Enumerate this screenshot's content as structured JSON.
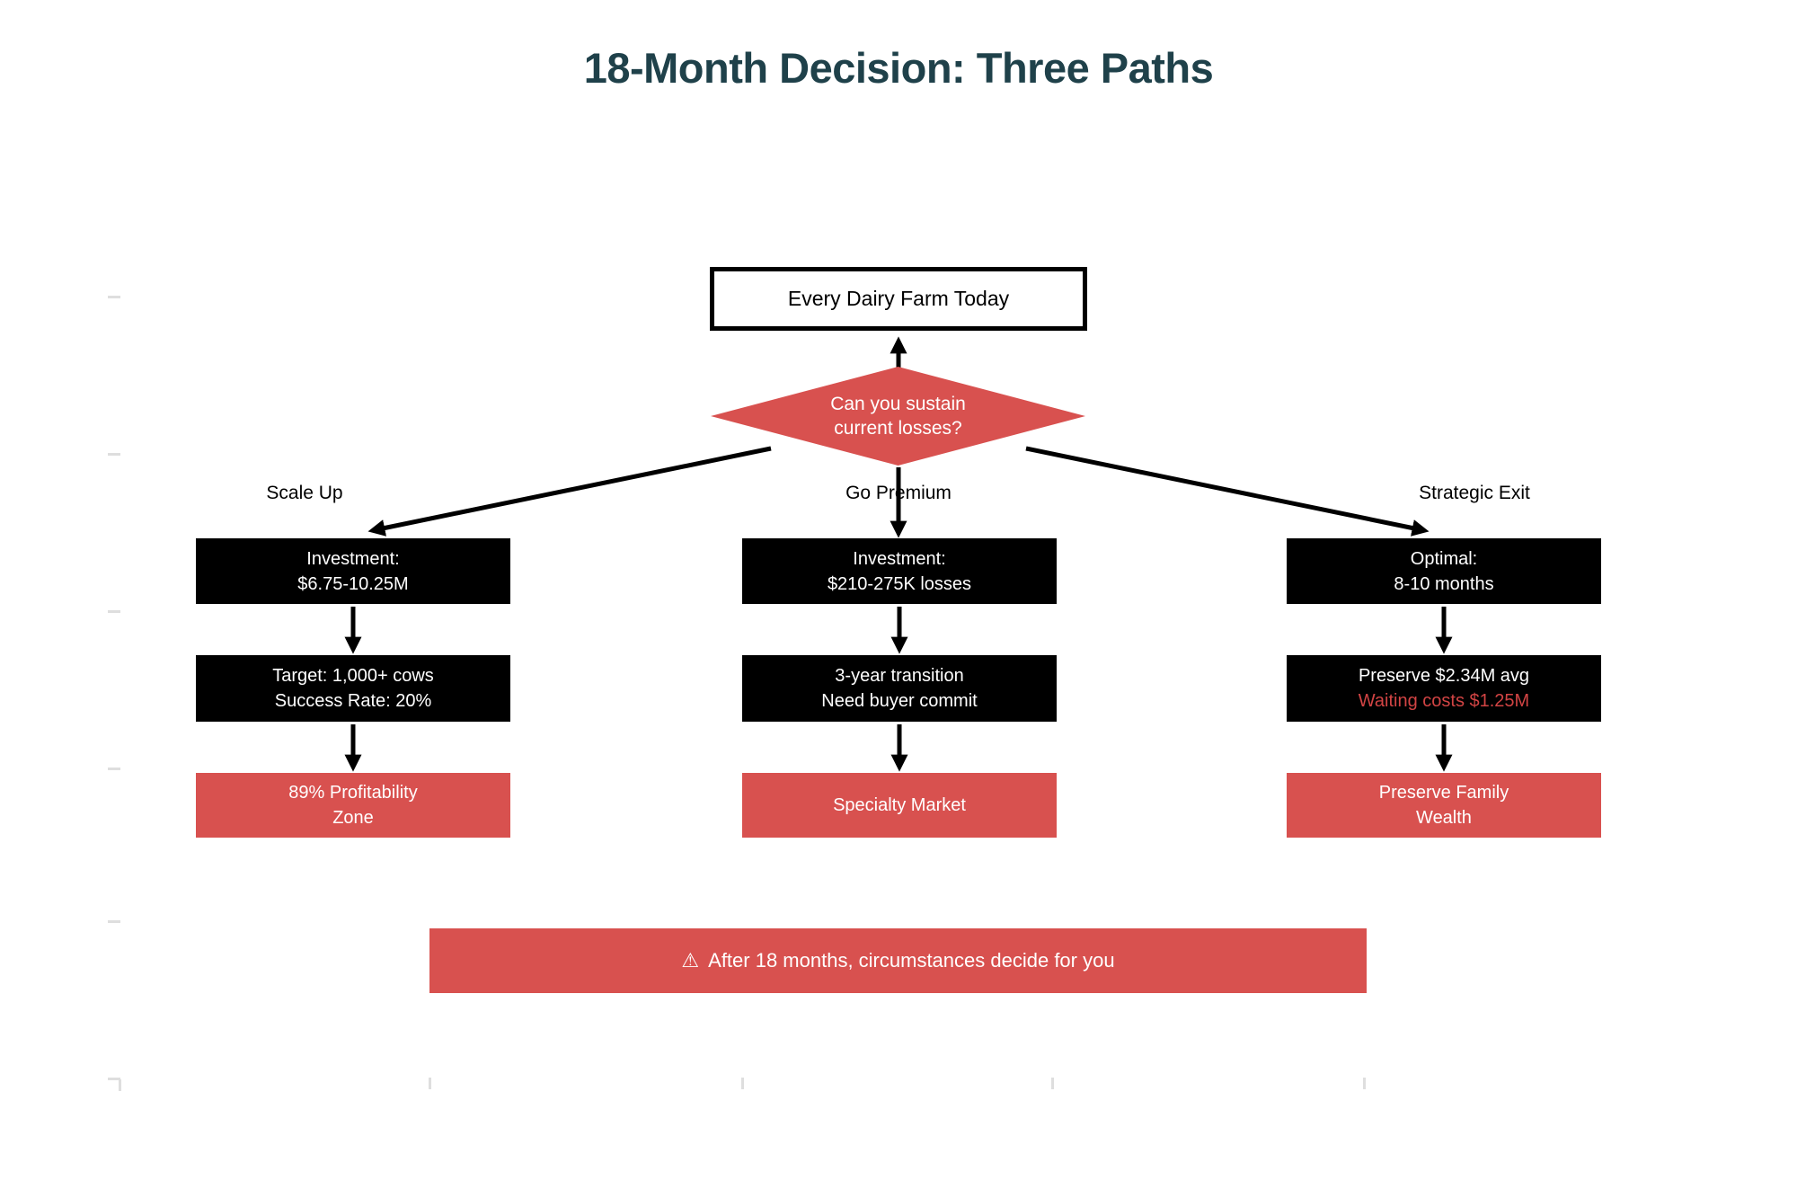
{
  "title": "18-Month Decision: Three Paths",
  "colors": {
    "accent_red": "#d8514f",
    "title_teal": "#1f414a",
    "warning_text_red": "#d24444",
    "box_black": "#000000",
    "tick_gray": "#dedede"
  },
  "root": {
    "label": "Every Dairy Farm Today"
  },
  "decision": {
    "line1": "Can you sustain",
    "line2": "current losses?"
  },
  "paths": [
    {
      "label": "Scale Up",
      "box1": [
        "Investment:",
        "$6.75-10.25M"
      ],
      "box2": [
        "Target: 1,000+ cows",
        "Success Rate: 20%"
      ],
      "box3": [
        "89% Profitability",
        "Zone"
      ]
    },
    {
      "label": "Go Premium",
      "box1": [
        "Investment:",
        "$210-275K losses"
      ],
      "box2": [
        "3-year transition",
        "Need buyer commit"
      ],
      "box3": [
        "Specialty Market"
      ]
    },
    {
      "label": "Strategic Exit",
      "box1": [
        "Optimal:",
        "8-10 months"
      ],
      "box2": [
        "Preserve $2.34M avg",
        "Waiting costs $1.25M"
      ],
      "box3": [
        "Preserve Family",
        "Wealth"
      ]
    }
  ],
  "banner": {
    "icon": "⚠",
    "text": "After 18 months, circumstances decide for you"
  }
}
